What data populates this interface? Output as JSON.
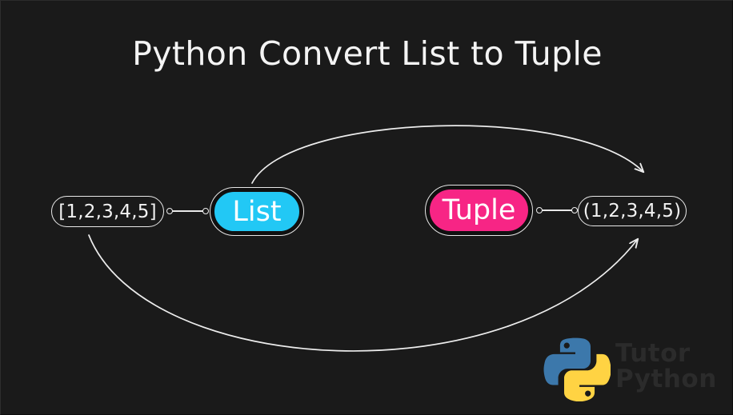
{
  "page": {
    "title": "Python Convert List to Tuple",
    "background_color": "#1a1a1a"
  },
  "diagram": {
    "nodes": [
      {
        "id": "list",
        "label": "List",
        "color": "#22c8f5",
        "text_color": "#ffffff"
      },
      {
        "id": "tuple",
        "label": "Tuple",
        "color": "#f72585",
        "text_color": "#ffffff"
      }
    ],
    "values": [
      {
        "id": "list-value",
        "text": "[1,2,3,4,5]"
      },
      {
        "id": "tuple-value",
        "text": "(1,2,3,4,5)"
      }
    ],
    "edges": [
      {
        "id": "list-to-value",
        "type": "connector",
        "style": "ring-line-ring"
      },
      {
        "id": "tuple-to-value",
        "type": "connector",
        "style": "ring-line-ring"
      },
      {
        "id": "top-arc",
        "type": "arrow",
        "from": "list",
        "to": "tuple",
        "direction": "over",
        "color": "#ededed"
      },
      {
        "id": "bottom-arc",
        "type": "arrow",
        "from": "list-value",
        "to": "tuple-value",
        "direction": "under",
        "color": "#ededed"
      }
    ],
    "stroke_color": "#e9e9e9"
  },
  "watermark": {
    "line1": "Tutor",
    "line2": "Python",
    "text_color": "#2b2b2b",
    "logo_blue": "#3c78ab",
    "logo_yellow": "#ffd343",
    "logo_name": "python-logo"
  }
}
